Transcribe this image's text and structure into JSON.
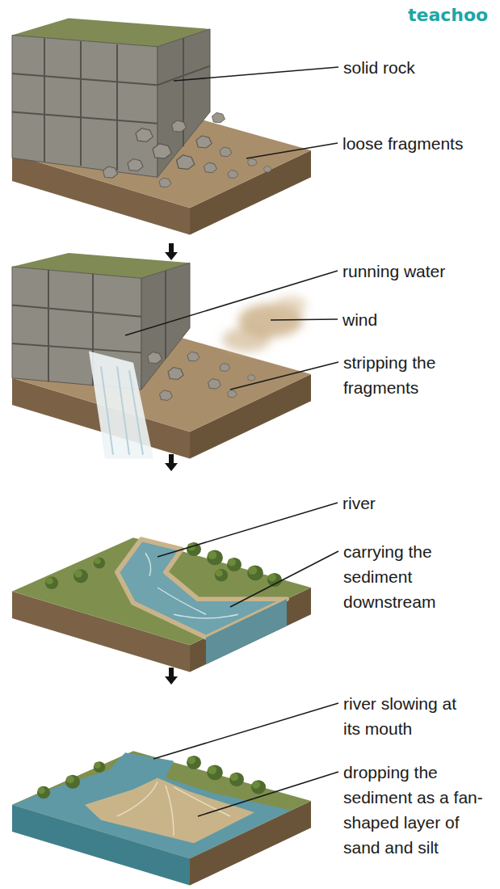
{
  "diagram": {
    "labels": [
      "teachoo",
      "solid rock",
      "loose fragments",
      "running water",
      "wind",
      "stripping the fragments",
      "river",
      "carrying the sediment downstream",
      "river slowing at its mouth",
      "dropping the sediment as a fan-shaped layer of sand and silt"
    ]
  }
}
